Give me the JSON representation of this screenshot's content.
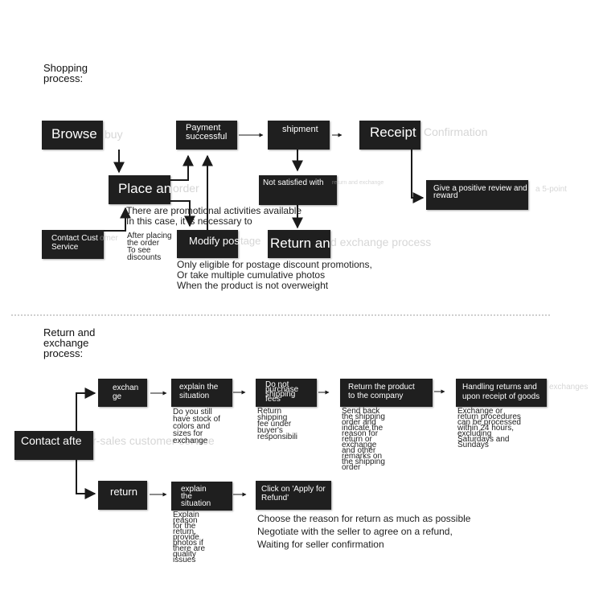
{
  "headings": {
    "shopping": "Shopping\nprocess:",
    "return": "Return and\nexchange\nprocess:"
  },
  "shopping": {
    "browse": "Browse",
    "browse_ghost": "buy",
    "payment": "Payment\nsuccessful",
    "shipment": "shipment",
    "receipt": "Receipt",
    "receipt_ghost": "Confirmation",
    "place": "Place an",
    "place_ghost": "order",
    "not_satisfied": "Not satisfied with",
    "not_satisfied_ghost": "return and exchange",
    "review": "Give a positive review and",
    "review_ghost": "a 5-point",
    "review_line2": "reward",
    "contact_cs": "Contact Cust",
    "contact_cs_ghost": "omer",
    "contact_cs_line2": "Service",
    "modify": "Modify pos",
    "modify_ghost": "tage",
    "return_exchange": "Return an",
    "return_exchange_ghost": "d exchange process",
    "promo_note": "There are promotional activities available\nIn this case, it is necessary to",
    "after_placing": "After placing\nthe order\nTo see\ndiscounts",
    "postage_note": "Only eligible for postage discount promotions,\nOr take multiple cumulative photos\nWhen the product is not overweight"
  },
  "returns": {
    "exchange": "exchan\nge",
    "explain1": "explain the\nsituation",
    "no_purchase": "Do not\npurchase\nshipping\nfees",
    "return_company": "Return the product\nto the company",
    "handling": "Handling returns and",
    "handling_ghost": "exchanges",
    "handling_line2": "upon receipt of goods",
    "contact": "Contact afte",
    "contact_ghost": "r-sales customer service",
    "return": "return",
    "explain2": "explain\nthe\nsituation",
    "apply": "Click on 'Apply for\nRefund'",
    "note_stock": "Do you still\nhave stock of\ncolors and\nsizes for\nexchange",
    "note_shipping": "Return\nshipping\nfee under\nbuyer's\nresponsibili",
    "note_sendback": "Send back\nthe shipping\norder and\nindicate the\nreason for\nreturn or\nexchange\nand other\nremarks on\nthe shipping\norder",
    "note_exchange": "Exchange or\nreturn procedures\ncan be processed\nwithin 24 hours,\nexcluding\nSaturdays and\nSundays",
    "note_explain": "Explain\nreason\nfor the\nreturn,\nprovide\nphotos if\nthere are\nquality\nissues",
    "refund_note": "Choose the reason for return as much as possible\n Negotiate with the seller to agree on a refund,\nWaiting for seller confirmation"
  },
  "colors": {
    "box": "#1f1f1f",
    "text": "#ffffff",
    "line": "#1a1a1a"
  }
}
